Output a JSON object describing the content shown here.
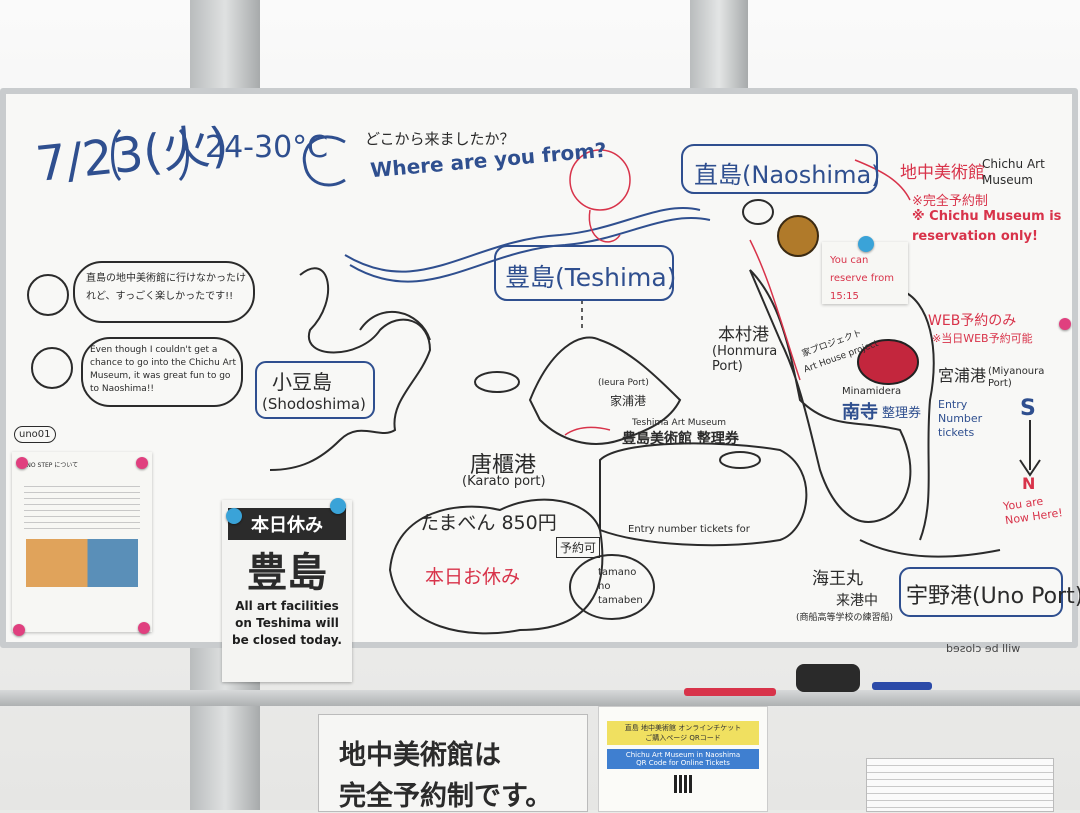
{
  "header": {
    "date": "7/23(火)",
    "temp": "24-30°C",
    "question_jp": "どこから来ましたか？",
    "question_en": "Where are you from?"
  },
  "places": {
    "naoshima": "直島(Naoshima)",
    "teshima": "豊島(Teshima)",
    "shodoshima_jp": "小豆島",
    "shodoshima_en": "(Shodoshima)",
    "honmura_jp": "本村港",
    "honmura_en": "(Honmura Port)",
    "ieura_en": "(Ieura Port)",
    "ieura_jp": "家浦港",
    "karato_jp": "唐櫃港",
    "karato_en": "(Karato port)",
    "miyanoura_jp": "宮浦港",
    "miyanoura_en": "(Miyanoura Port)",
    "uno": "宇野港(Uno Port)",
    "minamidera_en": "Minamidera",
    "minamidera_jp": "南寺",
    "minamidera_ticket": "整理券",
    "entry_tickets": "Entry Number tickets",
    "art_house_jp": "家プロジェクト",
    "art_house_en": "Art House project"
  },
  "chichu": {
    "title_jp": "地中美術館",
    "title_en": "Chichu Art Museum",
    "note_jp": "※完全予約制",
    "note_en": "※ Chichu Museum is reservation only!",
    "web_jp": "WEB予約のみ",
    "web_note": "※当日WEB予約可能",
    "sticky": "You can reserve from 15:15"
  },
  "teshima_museum": {
    "en": "Teshima Art Museum",
    "jp": "豊島美術館 整理券",
    "entry": "Entry number tickets for"
  },
  "tamaben": {
    "price": "たまべん 850円",
    "reserve": "予約可",
    "closed": "本日お休み",
    "name": "tamano no tamaben"
  },
  "ship": {
    "name": "海王丸",
    "status": "来港中",
    "note": "(商船高等学校の練習船)"
  },
  "compass": {
    "s": "S",
    "n": "N",
    "here": "You are Now Here!"
  },
  "comments": {
    "jp": "直島の地中美術館に行けなかったけれど、すっごく楽しかったです!!",
    "en": "Even though I couldn't get a chance to go into the Chichu Art Museum, it was great fun to go to Naoshima!!"
  },
  "signature": "uno01",
  "notice": {
    "heading": "本日休み",
    "big": "豊島",
    "body": "All art facilities on Teshima will be closed today."
  },
  "flyer": {
    "title": "UNO STEP について"
  },
  "bottom_sign": {
    "line1": "地中美術館は",
    "line2": "完全予約制です。"
  },
  "qr_card": {
    "jp1": "直島 地中美術館 オンラインチケット",
    "jp2": "ご購入ページ QRコード",
    "en1": "Chichu Art Museum in Naoshima",
    "en2": "QR Code for Online Tickets"
  },
  "back_text": "will be closed",
  "colors": {
    "ink_blue": "#2f4f8f",
    "ink_red": "#d8334a",
    "magnet_pink": "#e0407f"
  }
}
